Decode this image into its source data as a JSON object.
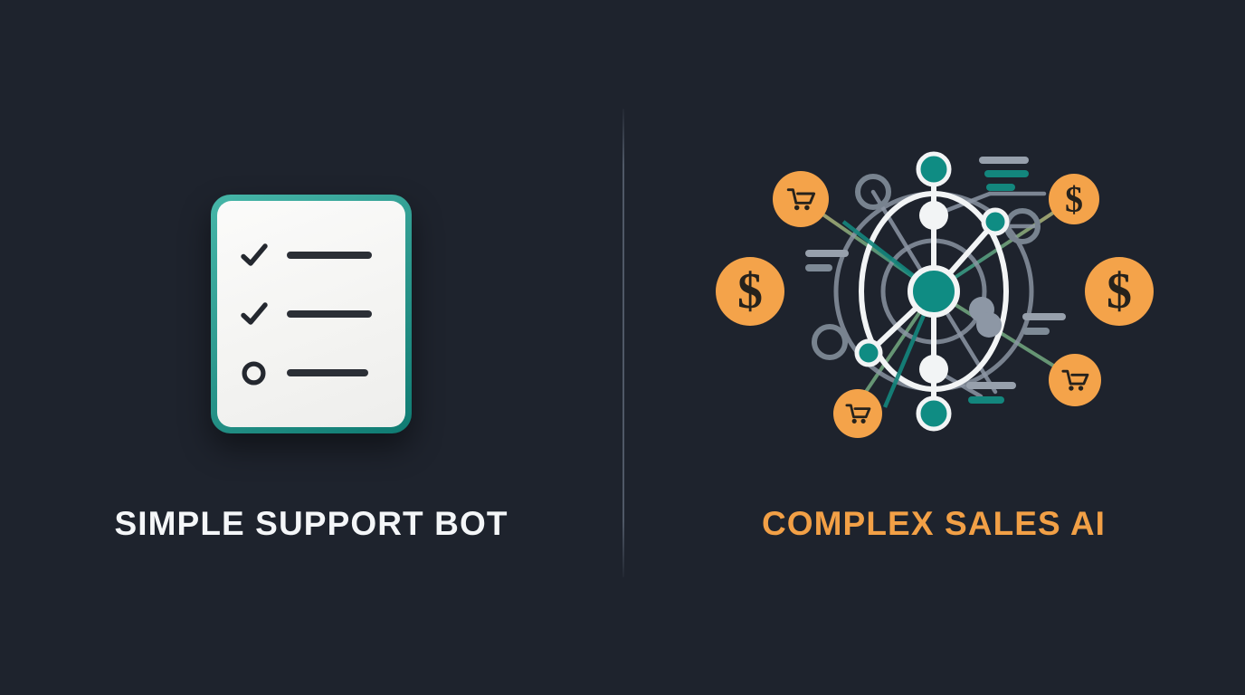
{
  "background_color": "#1e232d",
  "divider": {
    "name": "vertical-divider",
    "color": "#78849666"
  },
  "left_panel": {
    "caption": "SIMPLE SUPPORT BOT",
    "caption_color": "#f4f6f8",
    "illustration": {
      "name": "checklist-card",
      "border_color_start": "#46b6a8",
      "border_color_end": "#0f7b72",
      "surface_color": "#f6f6f4",
      "line_color": "#2b2f36",
      "items": [
        {
          "state": "checked",
          "icon": "check-icon"
        },
        {
          "state": "checked",
          "icon": "check-icon"
        },
        {
          "state": "unchecked",
          "icon": "circle-outline-icon"
        }
      ]
    }
  },
  "right_panel": {
    "caption": "COMPLEX SALES AI",
    "caption_color": "#f2a046",
    "illustration": {
      "name": "sales-network-diagram",
      "accent_orange": "#f4a34a",
      "accent_teal": "#0f8c83",
      "node_white": "#f2f4f5",
      "node_gray": "#8d97a5",
      "badges": [
        {
          "icon": "cart-icon",
          "position": "top-left"
        },
        {
          "icon": "dollar-icon",
          "position": "top-right"
        },
        {
          "icon": "dollar-icon",
          "position": "left"
        },
        {
          "icon": "dollar-icon",
          "position": "right"
        },
        {
          "icon": "cart-icon",
          "position": "bottom-left"
        },
        {
          "icon": "cart-icon",
          "position": "bottom-right"
        }
      ],
      "data_bar_groups": [
        {
          "position": "top-right",
          "bars": [
            "gray",
            "teal",
            "teal-short"
          ]
        },
        {
          "position": "left",
          "bars": [
            "gray",
            "gray-short"
          ]
        },
        {
          "position": "right",
          "bars": [
            "gray",
            "gray-short"
          ]
        },
        {
          "position": "bottom-right",
          "bars": [
            "gray",
            "teal"
          ]
        }
      ]
    }
  }
}
